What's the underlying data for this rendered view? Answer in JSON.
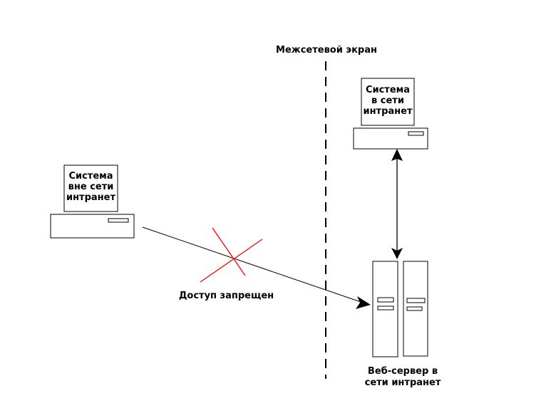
{
  "firewall": {
    "label": "Межсетевой экран"
  },
  "intranet_system": {
    "screen_text": "Система\nв сети\nинтранет"
  },
  "outside_system": {
    "screen_text": "Система\nвне сети\nинтранет"
  },
  "web_server": {
    "label": "Веб-сервер в\nсети интранет"
  },
  "blocked_access": {
    "label": "Доступ запрещен"
  },
  "colors": {
    "lines": "#000000",
    "blocked_cross": "#ff0000",
    "background": "#ffffff"
  }
}
